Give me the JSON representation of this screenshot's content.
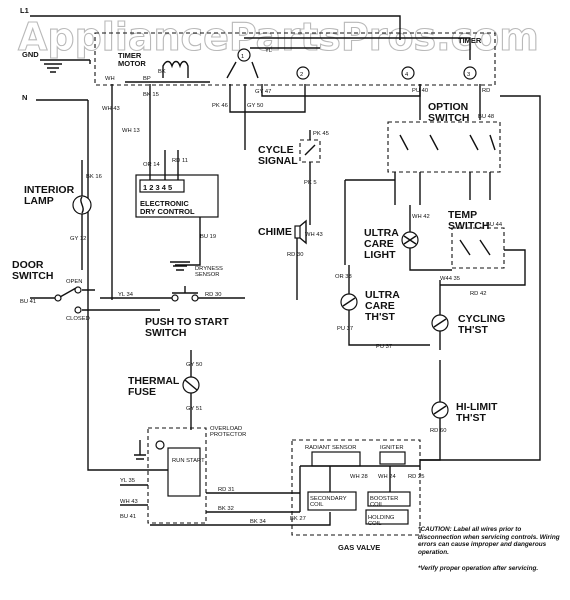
{
  "watermark": "AppliancePartsPros.com",
  "lines": {
    "l1": "L1",
    "gnd": "GND",
    "n": "N"
  },
  "components": {
    "timer_motor": "TIMER\nMOTOR",
    "timer": "TIMER",
    "interior_lamp": "INTERIOR\nLAMP",
    "door_switch": "DOOR\nSWITCH",
    "electronic_dry_control": "ELECTRONIC\nDRY CONTROL",
    "edc_terminals": "1 2 3 4 5",
    "dryness_sensor": "DRYNESS\nSENSOR",
    "cycle_signal": "CYCLE\nSIGNAL",
    "chime": "CHIME",
    "push_to_start": "PUSH TO START\nSWITCH",
    "thermal_fuse": "THERMAL\nFUSE",
    "overload_protector": "OVERLOAD\nPROTECTOR",
    "motor_windings": "RUN START",
    "option_switch": "OPTION\nSWITCH",
    "temp_switch": "TEMP\nSWITCH",
    "ultra_care_light": "ULTRA\nCARE\nLIGHT",
    "ultra_care_thst": "ULTRA\nCARE\nTH'ST",
    "cycling_thst": "CYCLING\nTH'ST",
    "hi_limit_thst": "HI-LIMIT\nTH'ST",
    "radiant_sensor": "RADIANT SENSOR",
    "igniter": "IGNITER",
    "secondary_coil": "SECONDARY\nCOIL",
    "booster_coil": "BOOSTER\nCOIL",
    "holding_coil": "HOLDING\nCOIL",
    "gas_valve": "GAS VALVE"
  },
  "wire_labels": [
    {
      "id": "pk46",
      "text": "PK 46"
    },
    {
      "id": "gy47",
      "text": "GY 47"
    },
    {
      "id": "gy50",
      "text": "GY 50"
    },
    {
      "id": "yl",
      "text": "YL"
    },
    {
      "id": "wh43",
      "text": "WH 43"
    },
    {
      "id": "bk15",
      "text": "BK 15"
    },
    {
      "id": "bp",
      "text": "BP"
    },
    {
      "id": "wh1",
      "text": "WH"
    },
    {
      "id": "bk",
      "text": "BK"
    },
    {
      "id": "bk16",
      "text": "BK 16"
    },
    {
      "id": "wh13",
      "text": "WH 13"
    },
    {
      "id": "or14",
      "text": "OR 14"
    },
    {
      "id": "rd11",
      "text": "RD 11"
    },
    {
      "id": "bu19",
      "text": "BU 19"
    },
    {
      "id": "gy12",
      "text": "GY 12"
    },
    {
      "id": "yl34",
      "text": "YL 34"
    },
    {
      "id": "rd30",
      "text": "RD 30"
    },
    {
      "id": "bu41",
      "text": "BU 41"
    },
    {
      "id": "pk45",
      "text": "PK 45"
    },
    {
      "id": "pk5",
      "text": "PK 5"
    },
    {
      "id": "rd30b",
      "text": "RD 30"
    },
    {
      "id": "or38",
      "text": "OR 38"
    },
    {
      "id": "pu37",
      "text": "PU 37"
    },
    {
      "id": "gy50b",
      "text": "GY 50"
    },
    {
      "id": "gy51",
      "text": "GY 51"
    },
    {
      "id": "yl35",
      "text": "YL 35"
    },
    {
      "id": "wh43b",
      "text": "WH 43"
    },
    {
      "id": "bu41b",
      "text": "BU 41"
    },
    {
      "id": "rd31",
      "text": "RD 31"
    },
    {
      "id": "bk32",
      "text": "BK 32"
    },
    {
      "id": "bk34",
      "text": "BK 34"
    },
    {
      "id": "bk27",
      "text": "BK 27"
    },
    {
      "id": "wh28",
      "text": "WH 28"
    },
    {
      "id": "wh24",
      "text": "WH 24"
    },
    {
      "id": "rd25",
      "text": "RD 25"
    },
    {
      "id": "bu48",
      "text": "BU 48"
    },
    {
      "id": "pu40",
      "text": "PU 40"
    },
    {
      "id": "rd",
      "text": "RD"
    },
    {
      "id": "wh42",
      "text": "WH 42"
    },
    {
      "id": "bu44",
      "text": "BU 44"
    },
    {
      "id": "w44",
      "text": "W44 35"
    },
    {
      "id": "rd42",
      "text": "RD 42"
    },
    {
      "id": "pu37b",
      "text": "PU 37"
    },
    {
      "id": "rd60",
      "text": "RD 60"
    },
    {
      "id": "wh43c",
      "text": "WH 43"
    }
  ],
  "switch_terms": {
    "open": "OPEN",
    "closed": "CLOSED",
    "t1": "1",
    "t2": "2",
    "t3": "3",
    "t4": "4"
  },
  "caution": "*CAUTION: Label all wires prior to disconnection when servicing controls. Wiring errors can cause improper and dangerous operation.",
  "verify": "*Verify proper operation after servicing."
}
